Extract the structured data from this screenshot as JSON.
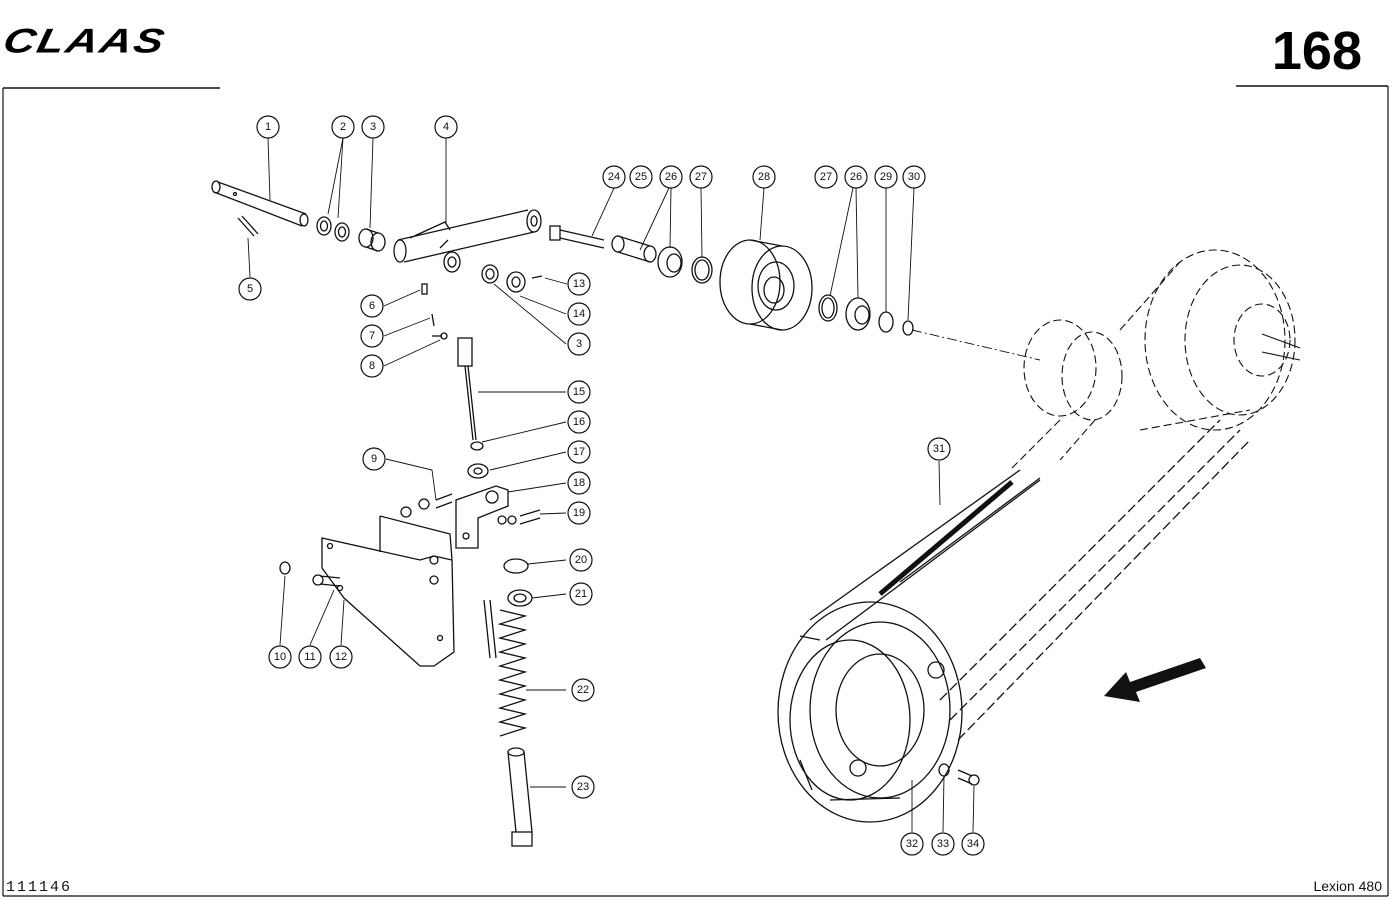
{
  "header": {
    "brand": "CLAAS",
    "page_number": "168"
  },
  "footer": {
    "reference": "111146",
    "model": "Lexion 480"
  },
  "callouts": [
    {
      "id": "c1",
      "label": "1"
    },
    {
      "id": "c2",
      "label": "2"
    },
    {
      "id": "c3a",
      "label": "3"
    },
    {
      "id": "c4",
      "label": "4"
    },
    {
      "id": "c5",
      "label": "5"
    },
    {
      "id": "c6",
      "label": "6"
    },
    {
      "id": "c7",
      "label": "7"
    },
    {
      "id": "c8",
      "label": "8"
    },
    {
      "id": "c9",
      "label": "9"
    },
    {
      "id": "c10",
      "label": "10"
    },
    {
      "id": "c11",
      "label": "11"
    },
    {
      "id": "c12",
      "label": "12"
    },
    {
      "id": "c13",
      "label": "13"
    },
    {
      "id": "c14",
      "label": "14"
    },
    {
      "id": "c3b",
      "label": "3"
    },
    {
      "id": "c15",
      "label": "15"
    },
    {
      "id": "c16",
      "label": "16"
    },
    {
      "id": "c17",
      "label": "17"
    },
    {
      "id": "c18",
      "label": "18"
    },
    {
      "id": "c19",
      "label": "19"
    },
    {
      "id": "c20",
      "label": "20"
    },
    {
      "id": "c21",
      "label": "21"
    },
    {
      "id": "c22",
      "label": "22"
    },
    {
      "id": "c23",
      "label": "23"
    },
    {
      "id": "c24",
      "label": "24"
    },
    {
      "id": "c25",
      "label": "25"
    },
    {
      "id": "c26a",
      "label": "26"
    },
    {
      "id": "c27a",
      "label": "27"
    },
    {
      "id": "c28",
      "label": "28"
    },
    {
      "id": "c27b",
      "label": "27"
    },
    {
      "id": "c26b",
      "label": "26"
    },
    {
      "id": "c29",
      "label": "29"
    },
    {
      "id": "c30",
      "label": "30"
    },
    {
      "id": "c31",
      "label": "31"
    },
    {
      "id": "c32",
      "label": "32"
    },
    {
      "id": "c33",
      "label": "33"
    },
    {
      "id": "c34",
      "label": "34"
    }
  ]
}
